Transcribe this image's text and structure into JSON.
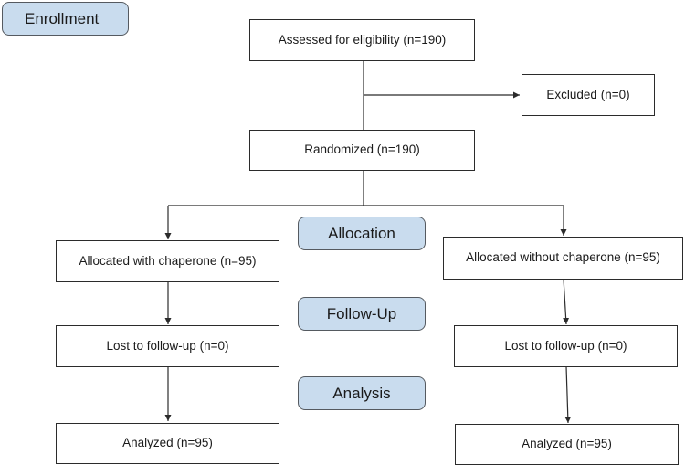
{
  "stages": {
    "enrollment": "Enrollment",
    "allocation": "Allocation",
    "follow_up": "Follow-Up",
    "analysis": "Analysis"
  },
  "boxes": {
    "assessed": "Assessed for eligibility (n=190)",
    "excluded": "Excluded (n=0)",
    "randomized": "Randomized (n=190)",
    "allocated_with": "Allocated with chaperone (n=95)",
    "allocated_without": "Allocated without chaperone (n=95)",
    "lost_left": "Lost to follow-up (n=0)",
    "lost_right": "Lost to follow-up (n=0)",
    "analyzed_left": "Analyzed (n=95)",
    "analyzed_right": "Analyzed (n=95)"
  },
  "colors": {
    "stage_fill": "#c9dcee",
    "stage_border": "#555a60",
    "box_border": "#2b2b2b",
    "line": "#2b2b2b"
  }
}
